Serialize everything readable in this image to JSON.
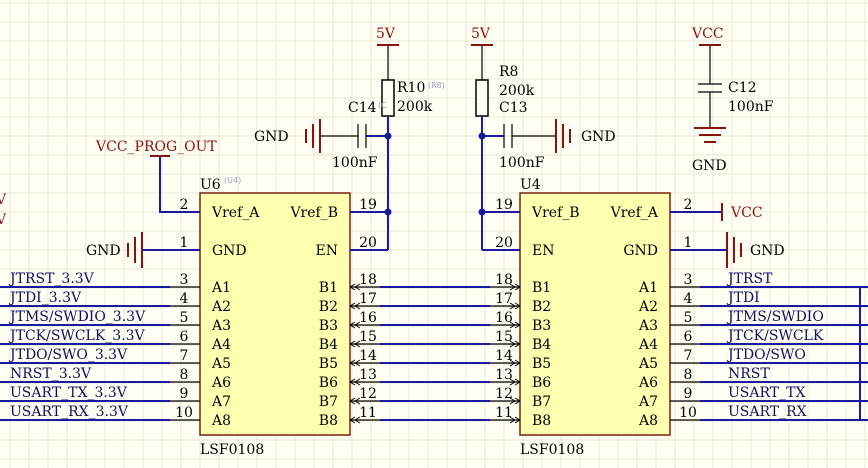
{
  "u6": {
    "ref": "U6",
    "ref_tag": "(U4)",
    "part": "LSF0108",
    "pins_left": [
      {
        "num": "2",
        "name": "Vref_A"
      },
      {
        "num": "1",
        "name": "GND"
      },
      {
        "num": "3",
        "name": "A1"
      },
      {
        "num": "4",
        "name": "A2"
      },
      {
        "num": "5",
        "name": "A3"
      },
      {
        "num": "6",
        "name": "A4"
      },
      {
        "num": "7",
        "name": "A5"
      },
      {
        "num": "8",
        "name": "A6"
      },
      {
        "num": "9",
        "name": "A7"
      },
      {
        "num": "10",
        "name": "A8"
      }
    ],
    "pins_right": [
      {
        "num": "19",
        "name": "Vref_B"
      },
      {
        "num": "20",
        "name": "EN"
      },
      {
        "num": "18",
        "name": "B1"
      },
      {
        "num": "17",
        "name": "B2"
      },
      {
        "num": "16",
        "name": "B3"
      },
      {
        "num": "15",
        "name": "B4"
      },
      {
        "num": "14",
        "name": "B5"
      },
      {
        "num": "13",
        "name": "B6"
      },
      {
        "num": "12",
        "name": "B7"
      },
      {
        "num": "11",
        "name": "B8"
      }
    ],
    "nets": [
      "JTRST_3.3V",
      "JTDI_3.3V",
      "JTMS/SWDIO_3.3V",
      "JTCK/SWCLK_3.3V",
      "JTDO/SWO_3.3V",
      "NRST_3.3V",
      "USART_TX_3.3V",
      "USART_RX_3.3V"
    ]
  },
  "u4": {
    "ref": "U4",
    "part": "LSF0108",
    "pins_left": [
      {
        "num": "19",
        "name": "Vref_B"
      },
      {
        "num": "20",
        "name": "EN"
      },
      {
        "num": "18",
        "name": "B1"
      },
      {
        "num": "17",
        "name": "B2"
      },
      {
        "num": "16",
        "name": "B3"
      },
      {
        "num": "15",
        "name": "B4"
      },
      {
        "num": "14",
        "name": "B5"
      },
      {
        "num": "13",
        "name": "B6"
      },
      {
        "num": "12",
        "name": "B7"
      },
      {
        "num": "11",
        "name": "B8"
      }
    ],
    "pins_right": [
      {
        "num": "2",
        "name": "Vref_A"
      },
      {
        "num": "1",
        "name": "GND"
      },
      {
        "num": "3",
        "name": "A1"
      },
      {
        "num": "4",
        "name": "A2"
      },
      {
        "num": "5",
        "name": "A3"
      },
      {
        "num": "6",
        "name": "A4"
      },
      {
        "num": "7",
        "name": "A5"
      },
      {
        "num": "8",
        "name": "A6"
      },
      {
        "num": "9",
        "name": "A7"
      },
      {
        "num": "10",
        "name": "A8"
      }
    ],
    "nets": [
      "JTRST",
      "JTDI",
      "JTMS/SWDIO",
      "JTCK/SWCLK",
      "JTDO/SWO",
      "NRST",
      "USART_TX",
      "USART_RX"
    ]
  },
  "r10": {
    "ref": "R10",
    "tag": "(R8)",
    "value": "200k"
  },
  "c14": {
    "ref": "C14",
    "tag": "(C",
    "value": "100nF"
  },
  "r8": {
    "ref": "R8",
    "value": "200k"
  },
  "c13": {
    "ref": "C13",
    "value": "100nF"
  },
  "c12": {
    "ref": "C12",
    "value": "100nF"
  },
  "power": {
    "five_v": "5V",
    "vcc": "VCC",
    "gnd": "GND",
    "vcc_prog_out": "VCC_PROG_OUT"
  },
  "edge_fragments": [
    "V",
    "V"
  ]
}
